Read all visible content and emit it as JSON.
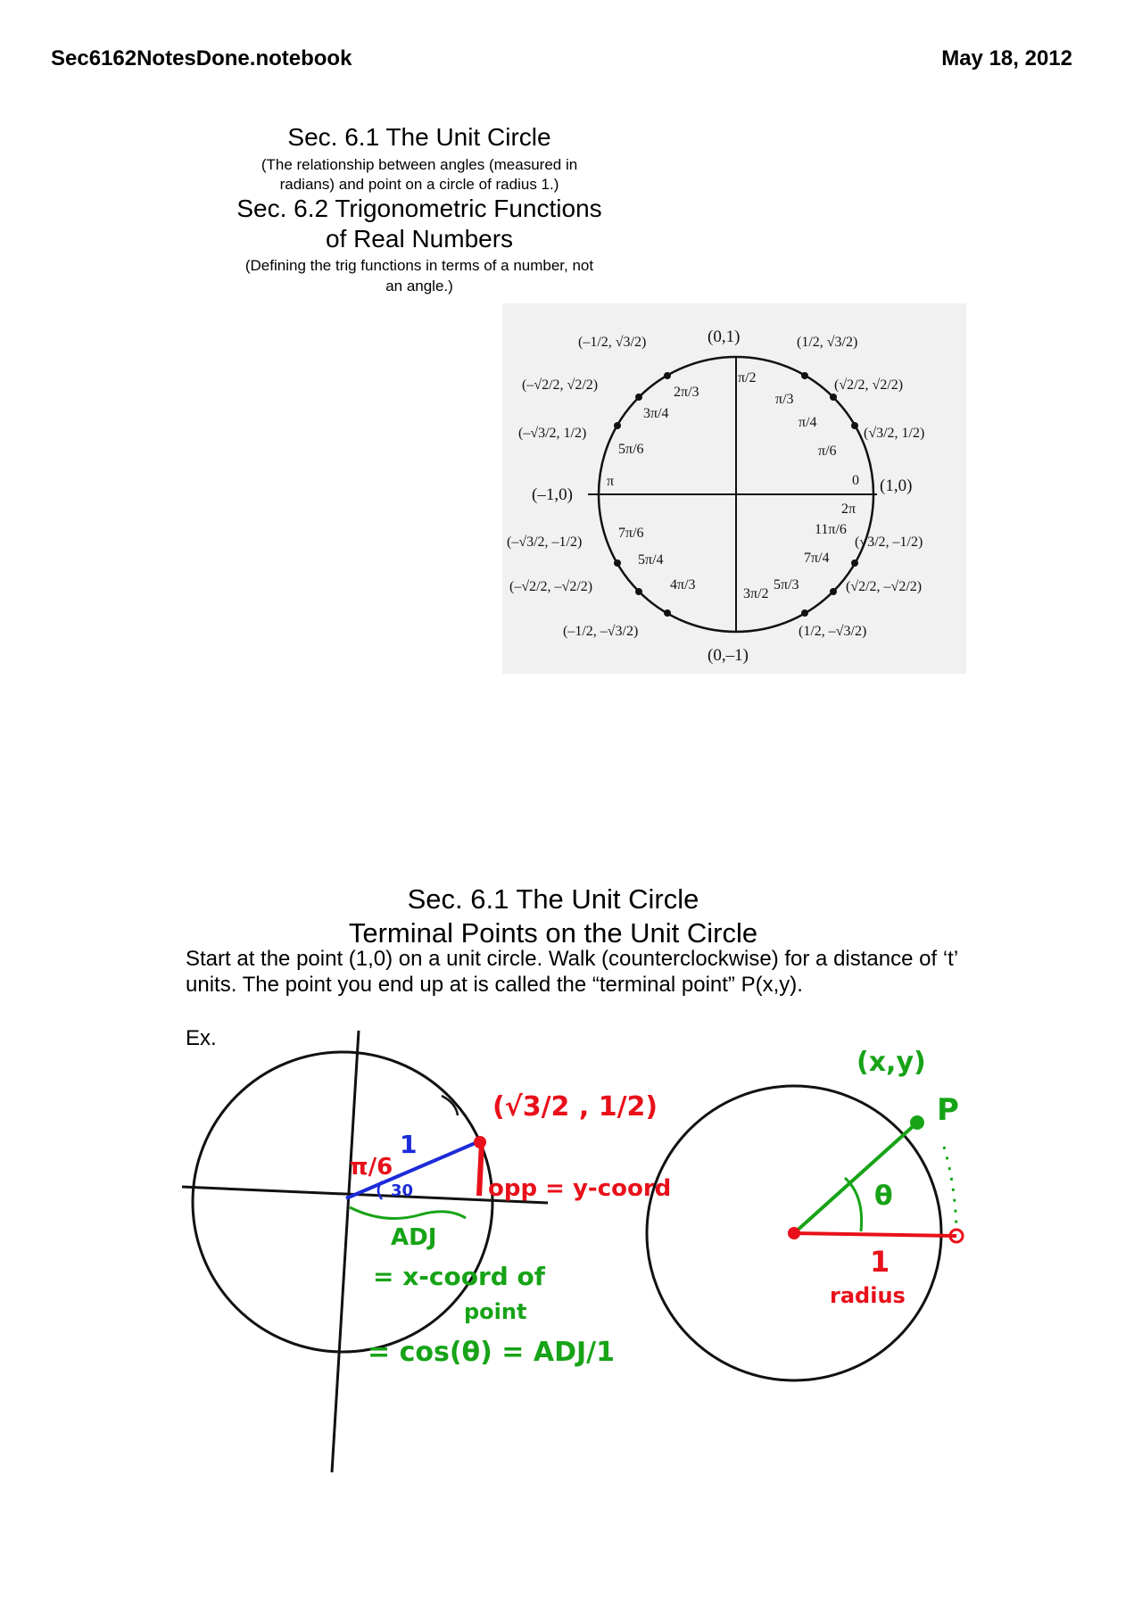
{
  "header": {
    "filename": "Sec6162NotesDone.notebook",
    "date": "May 18, 2012"
  },
  "page1": {
    "title1": "Sec. 6.1 The Unit Circle",
    "subtitle1_line1": "(The relationship between angles (measured in",
    "subtitle1_line2": "radians) and point on a circle of radius 1.)",
    "title2_line1": "Sec. 6.2 Trigonometric Functions",
    "title2_line2": "of Real Numbers",
    "subtitle2_line1": "(Defining the trig functions in terms of a number, not",
    "subtitle2_line2": "an angle.)",
    "unit_circle": {
      "axis_points": {
        "top": "(0,1)",
        "bottom": "(0,–1)",
        "left": "(–1,0)",
        "right": "(1,0)"
      },
      "angles": {
        "zero": "0",
        "two_pi": "2π",
        "pi": "π",
        "pi_2": "π/2",
        "pi_3": "π/3",
        "pi_4": "π/4",
        "pi_6": "π/6",
        "two_pi_3": "2π/3",
        "three_pi_4": "3π/4",
        "five_pi_6": "5π/6",
        "seven_pi_6": "7π/6",
        "five_pi_4": "5π/4",
        "four_pi_3": "4π/3",
        "three_pi_2": "3π/2",
        "five_pi_3": "5π/3",
        "seven_pi_4": "7π/4",
        "eleven_pi_6": "11π/6"
      },
      "coords": {
        "q1_60": "(1/2, √3/2)",
        "q1_45": "(√2/2, √2/2)",
        "q1_30": "(√3/2, 1/2)",
        "q2_120": "(–1/2, √3/2)",
        "q2_135": "(–√2/2, √2/2)",
        "q2_150": "(–√3/2, 1/2)",
        "q3_210": "(–√3/2, –1/2)",
        "q3_225": "(–√2/2, –√2/2)",
        "q3_240": "(–1/2, –√3/2)",
        "q4_300": "(1/2, –√3/2)",
        "q4_315": "(√2/2, –√2/2)",
        "q4_330": "(√3/2, –1/2)"
      }
    }
  },
  "page2": {
    "title1": "Sec. 6.1 The Unit Circle",
    "title2": "Terminal Points on the Unit Circle",
    "intro": "Start at the point (1,0) on a unit circle. Walk (counterclockwise) for a distance of ‘t’ units. The point you end up at is called the “terminal point” P(x,y).",
    "ex_label": "Ex.",
    "handwriting": {
      "angle": "π/6",
      "hyp": "1",
      "deg": "30",
      "point": "(√3/2 , 1/2)",
      "opp": "opp = y-coord",
      "adj": "ADJ",
      "xcoord": "= x-coord of",
      "point_word": "point",
      "cos": "= cos(θ) = ADJ/1",
      "xy": "(x,y)",
      "P": "P",
      "theta": "θ",
      "one": "1",
      "radius": "radius"
    },
    "colors": {
      "red": "#e8101a",
      "blue": "#1c2bd9",
      "green": "#17a317",
      "black": "#111111"
    }
  }
}
